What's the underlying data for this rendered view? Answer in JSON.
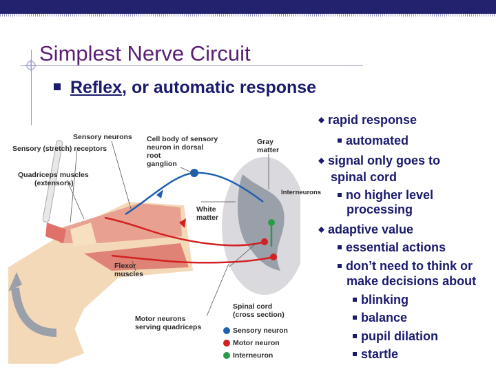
{
  "slide": {
    "title": "Simplest Nerve Circuit",
    "subtitle_term": "Reflex",
    "subtitle_rest": ", or automatic response",
    "bullets": [
      {
        "text": "rapid response"
      },
      {
        "text": "automated"
      },
      {
        "text": "signal only goes to"
      },
      {
        "text": "spinal cord"
      },
      {
        "text": "no higher level"
      },
      {
        "text": "processing"
      },
      {
        "text": "adaptive value"
      },
      {
        "text": "essential actions"
      },
      {
        "text": "don’t need to think or"
      },
      {
        "text": "make decisions about"
      },
      {
        "text": "blinking"
      },
      {
        "text": "balance"
      },
      {
        "text": "pupil dilation"
      },
      {
        "text": "startle"
      }
    ]
  },
  "figure": {
    "labels": {
      "sensory_neurons": "Sensory neurons",
      "sensory_receptors": "Sensory (stretch) receptors",
      "cell_body_1": "Cell body of sensory",
      "cell_body_2": "neuron in dorsal",
      "cell_body_3": "root",
      "cell_body_4": "ganglion",
      "gray_matter_1": "Gray",
      "gray_matter_2": "matter",
      "quadriceps_1": "Quadriceps muscles",
      "quadriceps_2": "(extensors)",
      "interneurons": "Interneurons",
      "white_matter_1": "White",
      "white_matter_2": "matter",
      "flexor_1": "Flexor",
      "flexor_2": "muscles",
      "spinal_cord_1": "Spinal cord",
      "spinal_cord_2": "(cross section)",
      "motor_neurons_1": "Motor neurons",
      "motor_neurons_2": "serving quadriceps"
    },
    "legend": [
      {
        "label": "Sensory neuron",
        "color": "#1f5fae"
      },
      {
        "label": "Motor neuron",
        "color": "#d42020"
      },
      {
        "label": "Interneuron",
        "color": "#2a9a4a"
      }
    ]
  }
}
